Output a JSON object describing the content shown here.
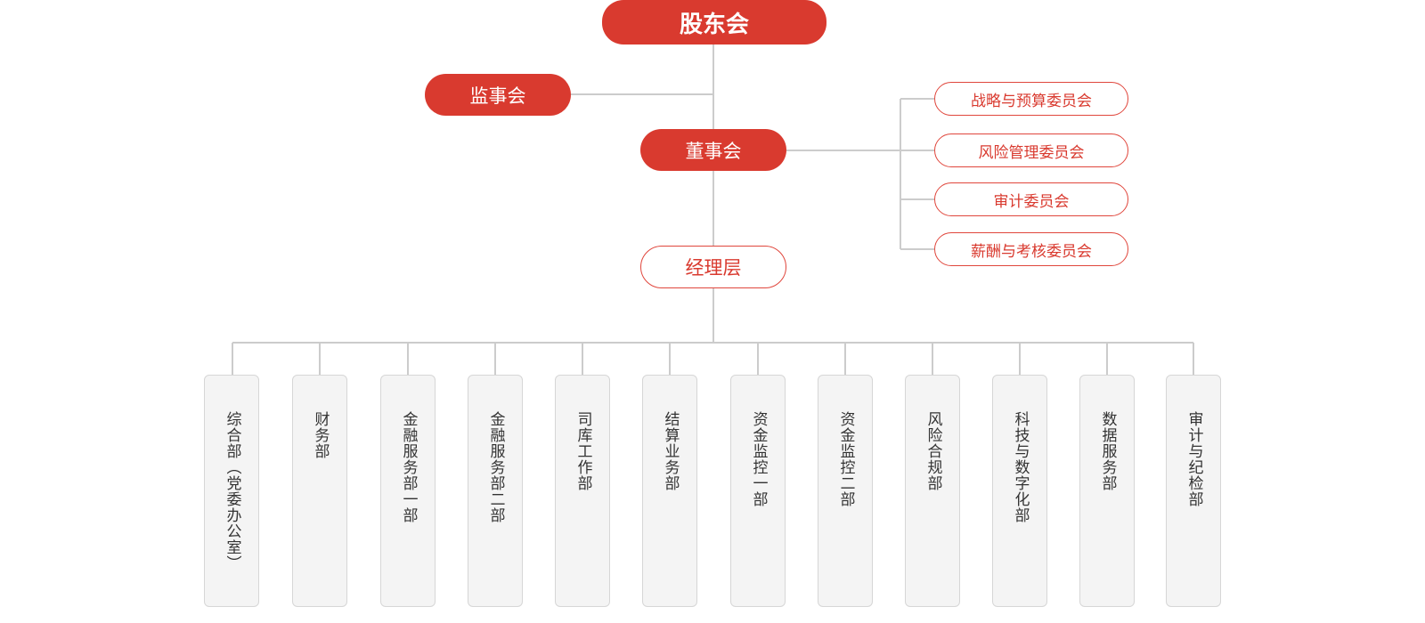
{
  "colors": {
    "accent": "#d93a2f",
    "line": "#cccccc",
    "dept_bg": "#f4f4f4"
  },
  "top": {
    "label": "股东会"
  },
  "supervisor": {
    "label": "监事会"
  },
  "board": {
    "label": "董事会"
  },
  "committees": [
    {
      "label": "战略与预算委员会"
    },
    {
      "label": "风险管理委员会"
    },
    {
      "label": "审计委员会"
    },
    {
      "label": "薪酬与考核委员会"
    }
  ],
  "management": {
    "label": "经理层"
  },
  "departments": [
    {
      "label": "综合部（党委办公室）"
    },
    {
      "label": "财务部"
    },
    {
      "label": "金融服务部一部"
    },
    {
      "label": "金融服务部二部"
    },
    {
      "label": "司库工作部"
    },
    {
      "label": "结算业务部"
    },
    {
      "label": "资金监控一部"
    },
    {
      "label": "资金监控二部"
    },
    {
      "label": "风险合规部"
    },
    {
      "label": "科技与数字化部"
    },
    {
      "label": "数据服务部"
    },
    {
      "label": "审计与纪检部"
    }
  ]
}
